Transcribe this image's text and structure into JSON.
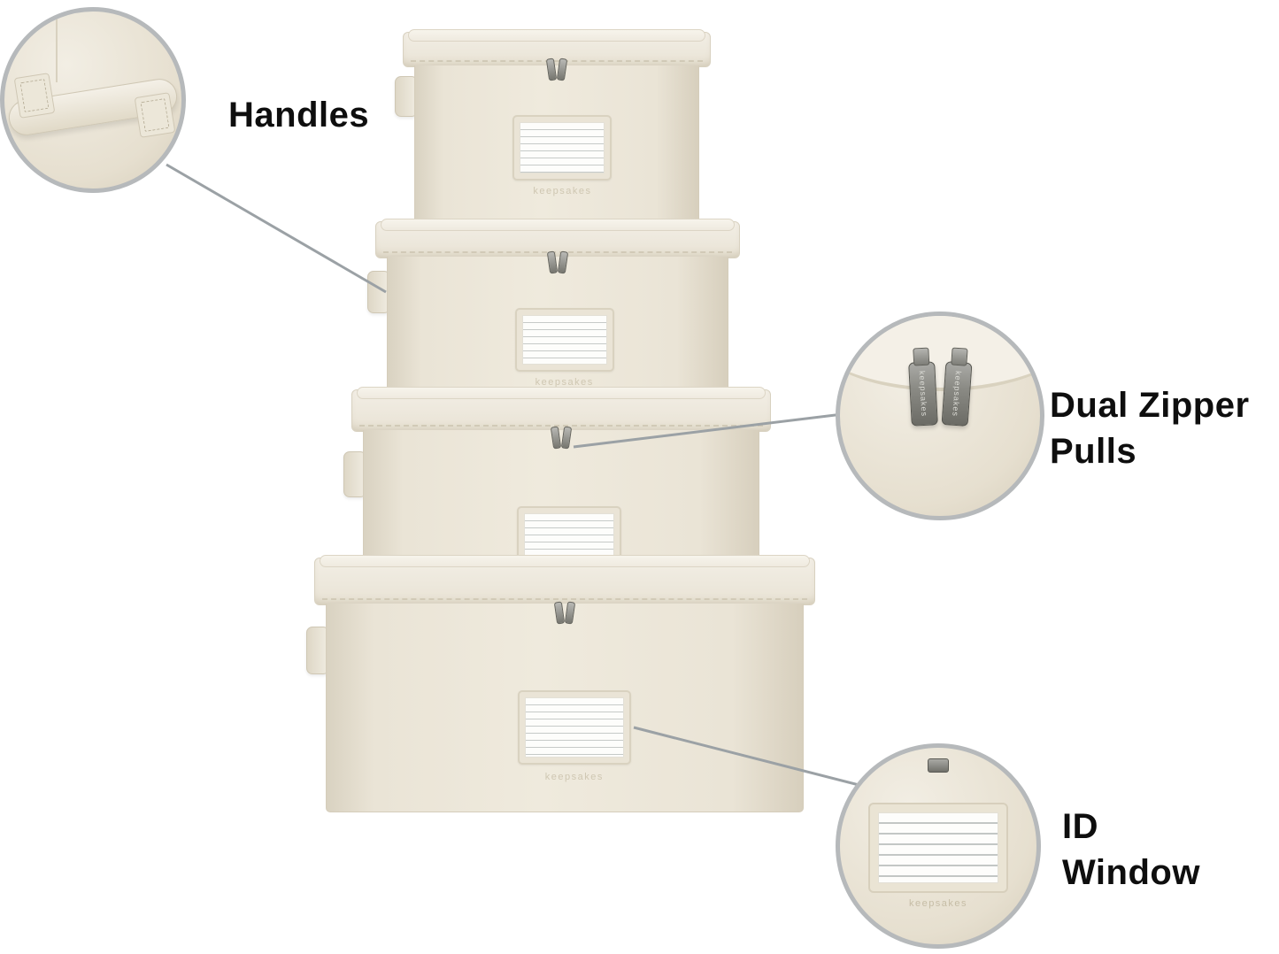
{
  "brand": "keepsakes",
  "callouts": {
    "handles": {
      "label": "Handles"
    },
    "dual_zipper_pulls": {
      "line1": "Dual Zipper",
      "line2": "Pulls"
    },
    "id_window": {
      "line1": "ID",
      "line2": "Window"
    }
  },
  "colors": {
    "fabric": "#eae4d6",
    "fabric_highlight": "#f4f0e7",
    "fabric_shadow": "#d7cfbd",
    "metal_gray": "#7e7e78",
    "callout_ring": "#b6b9bb",
    "connector_line": "#9ba1a5",
    "label_text": "#0e0e0e"
  }
}
